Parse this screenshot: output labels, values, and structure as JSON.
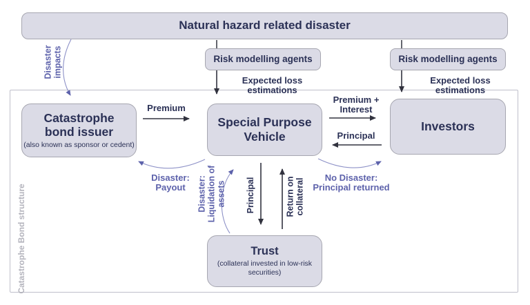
{
  "page": {
    "sidebar_label": "Catastrophe Bond structure"
  },
  "boxes": {
    "disaster": {
      "label": "Natural hazard related disaster"
    },
    "risk_left": {
      "label": "Risk modelling agents"
    },
    "risk_right": {
      "label": "Risk modelling agents"
    },
    "issuer": {
      "title": "Catastrophe\nbond issuer",
      "subtitle": "(also known as sponsor or cedent)"
    },
    "spv": {
      "title": "Special Purpose\nVehicle"
    },
    "investors": {
      "title": "Investors"
    },
    "trust": {
      "title": "Trust",
      "subtitle": "(collateral invested in low-risk\nsecurities)"
    }
  },
  "labels": {
    "expected_loss_left": "Expected loss estimations",
    "expected_loss_right": "Expected loss estimations",
    "premium": "Premium",
    "premium_interest": "Premium +\nInterest",
    "principal_to_spv": "Principal",
    "principal_to_trust": "Principal",
    "return_on_collateral": "Return on\ncollateral",
    "disaster_impacts": "Disaster\nimpacts",
    "disaster_payout": "Disaster:\nPayout",
    "disaster_liquidation": "Disaster:\nLiquidation of\nassets",
    "no_disaster": "No Disaster:\nPrincipal returned"
  },
  "colors": {
    "box_fill": "#dbdbe6",
    "box_border": "#a6a6b0",
    "heading_text": "#2b3156",
    "purple_accent": "#5d62ab",
    "arrow_dark": "#31323e",
    "frame_border": "#bfbfca",
    "sidebar_text": "#b4b4bd"
  }
}
